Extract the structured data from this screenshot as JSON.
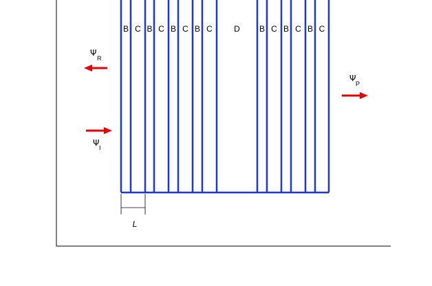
{
  "colors": {
    "structure": "#1a35e6",
    "arrow": "#e60000",
    "axis": "#000000",
    "text": "#000000"
  },
  "structure": {
    "layer_labels": [
      "B",
      "C",
      "B",
      "C",
      "B",
      "C",
      "B",
      "C",
      "D",
      "B",
      "C",
      "B",
      "C",
      "B",
      "C"
    ]
  },
  "waves": {
    "reflected": {
      "symbol": "Ψ",
      "subscript": "R",
      "direction": "left"
    },
    "incident": {
      "symbol": "Ψ",
      "subscript": "I",
      "direction": "right"
    },
    "transmitted": {
      "symbol": "Ψ",
      "subscript": "P",
      "direction": "right"
    }
  },
  "period": {
    "label": "L"
  }
}
